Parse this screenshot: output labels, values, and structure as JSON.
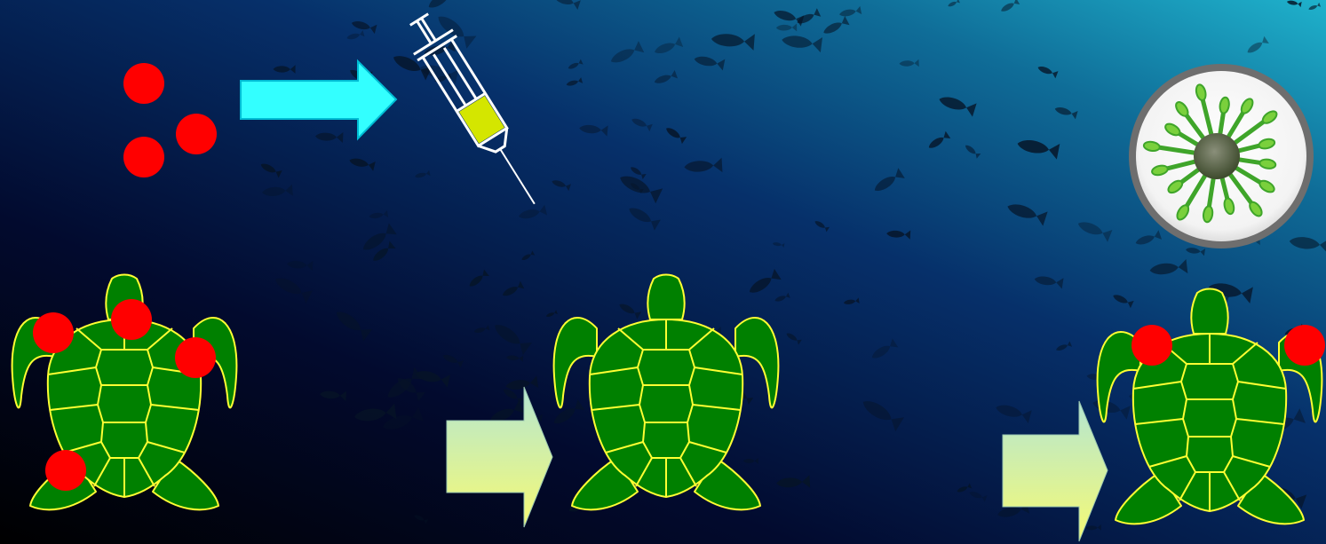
{
  "background": {
    "colors": [
      "#000000",
      "#020a2e",
      "#06306a",
      "#0f6d98",
      "#1fb2cc"
    ],
    "fish_color": "#061426"
  },
  "colors": {
    "tumor": "#ff0000",
    "turtle_fill": "#008000",
    "turtle_stroke": "#ffff33",
    "arrow_cyan": "#33ffff",
    "arrow_gradient": [
      "#b4e6d2",
      "#f6fa74"
    ],
    "syringe_liquid": "#d4e600",
    "syringe_outline": "#ffffff",
    "virus_green": "#3fa52a",
    "virus_rim": "#6e6e6e"
  },
  "stages": [
    {
      "name": "infected-turtle",
      "tumor_count": 4
    },
    {
      "name": "treated-turtle",
      "tumor_count": 0
    },
    {
      "name": "reinfected-turtle",
      "tumor_count": 2
    }
  ],
  "icons": [
    "tumor-cells-icon",
    "arrow-icon",
    "syringe-icon",
    "virus-icon"
  ]
}
